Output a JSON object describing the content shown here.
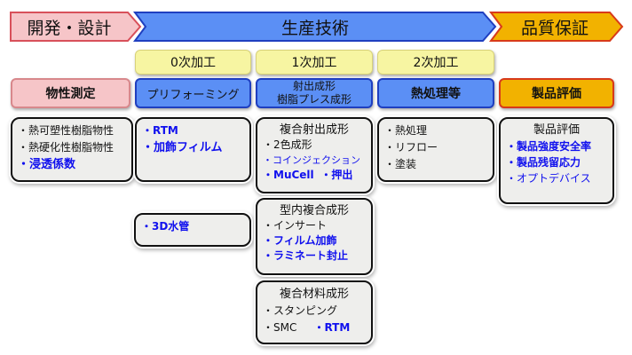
{
  "phases": {
    "design": "開発・設計",
    "production": "生産技術",
    "qa": "品質保証"
  },
  "stages": [
    "0次加工",
    "1次加工",
    "2次加工"
  ],
  "categories": {
    "props": "物性測定",
    "preform": "プリフォーミング",
    "molding1": "射出成形",
    "molding2": "樹脂プレス成形",
    "heat": "熱処理等",
    "eval": "製品評価"
  },
  "boxes": {
    "props": {
      "items": [
        "・熱可塑性樹脂物性",
        "・熱硬化性樹脂物性",
        "・浸透係数"
      ]
    },
    "preform": {
      "items": [
        "・RTM",
        "・加飾フィルム"
      ]
    },
    "water": {
      "items": [
        "・3D水管"
      ]
    },
    "composite_injection": {
      "title": "複合射出成形",
      "items": [
        "・2色成形",
        "・コインジェクション",
        "・MuCell",
        "・押出"
      ]
    },
    "in_mold": {
      "title": "型内複合成形",
      "items": [
        "・インサート",
        "・フィルム加飾",
        "・ラミネート封止"
      ]
    },
    "composite_material": {
      "title": "複合材料成形",
      "items": [
        "・スタンピング",
        "・SMC",
        "・RTM"
      ]
    },
    "heat": {
      "items": [
        "・熱処理",
        "・リフロー",
        "・塗装"
      ]
    },
    "eval": {
      "title": "製品評価",
      "items": [
        "・製品強度安全率",
        "・製品残留応力",
        "・オプトデバイス"
      ]
    }
  },
  "colors": {
    "pink": "#f6c5c8",
    "blue": "#5b8ff5",
    "orange": "#f2b200",
    "yellow": "#f7f5a2",
    "text_blue": "#1010ee"
  }
}
